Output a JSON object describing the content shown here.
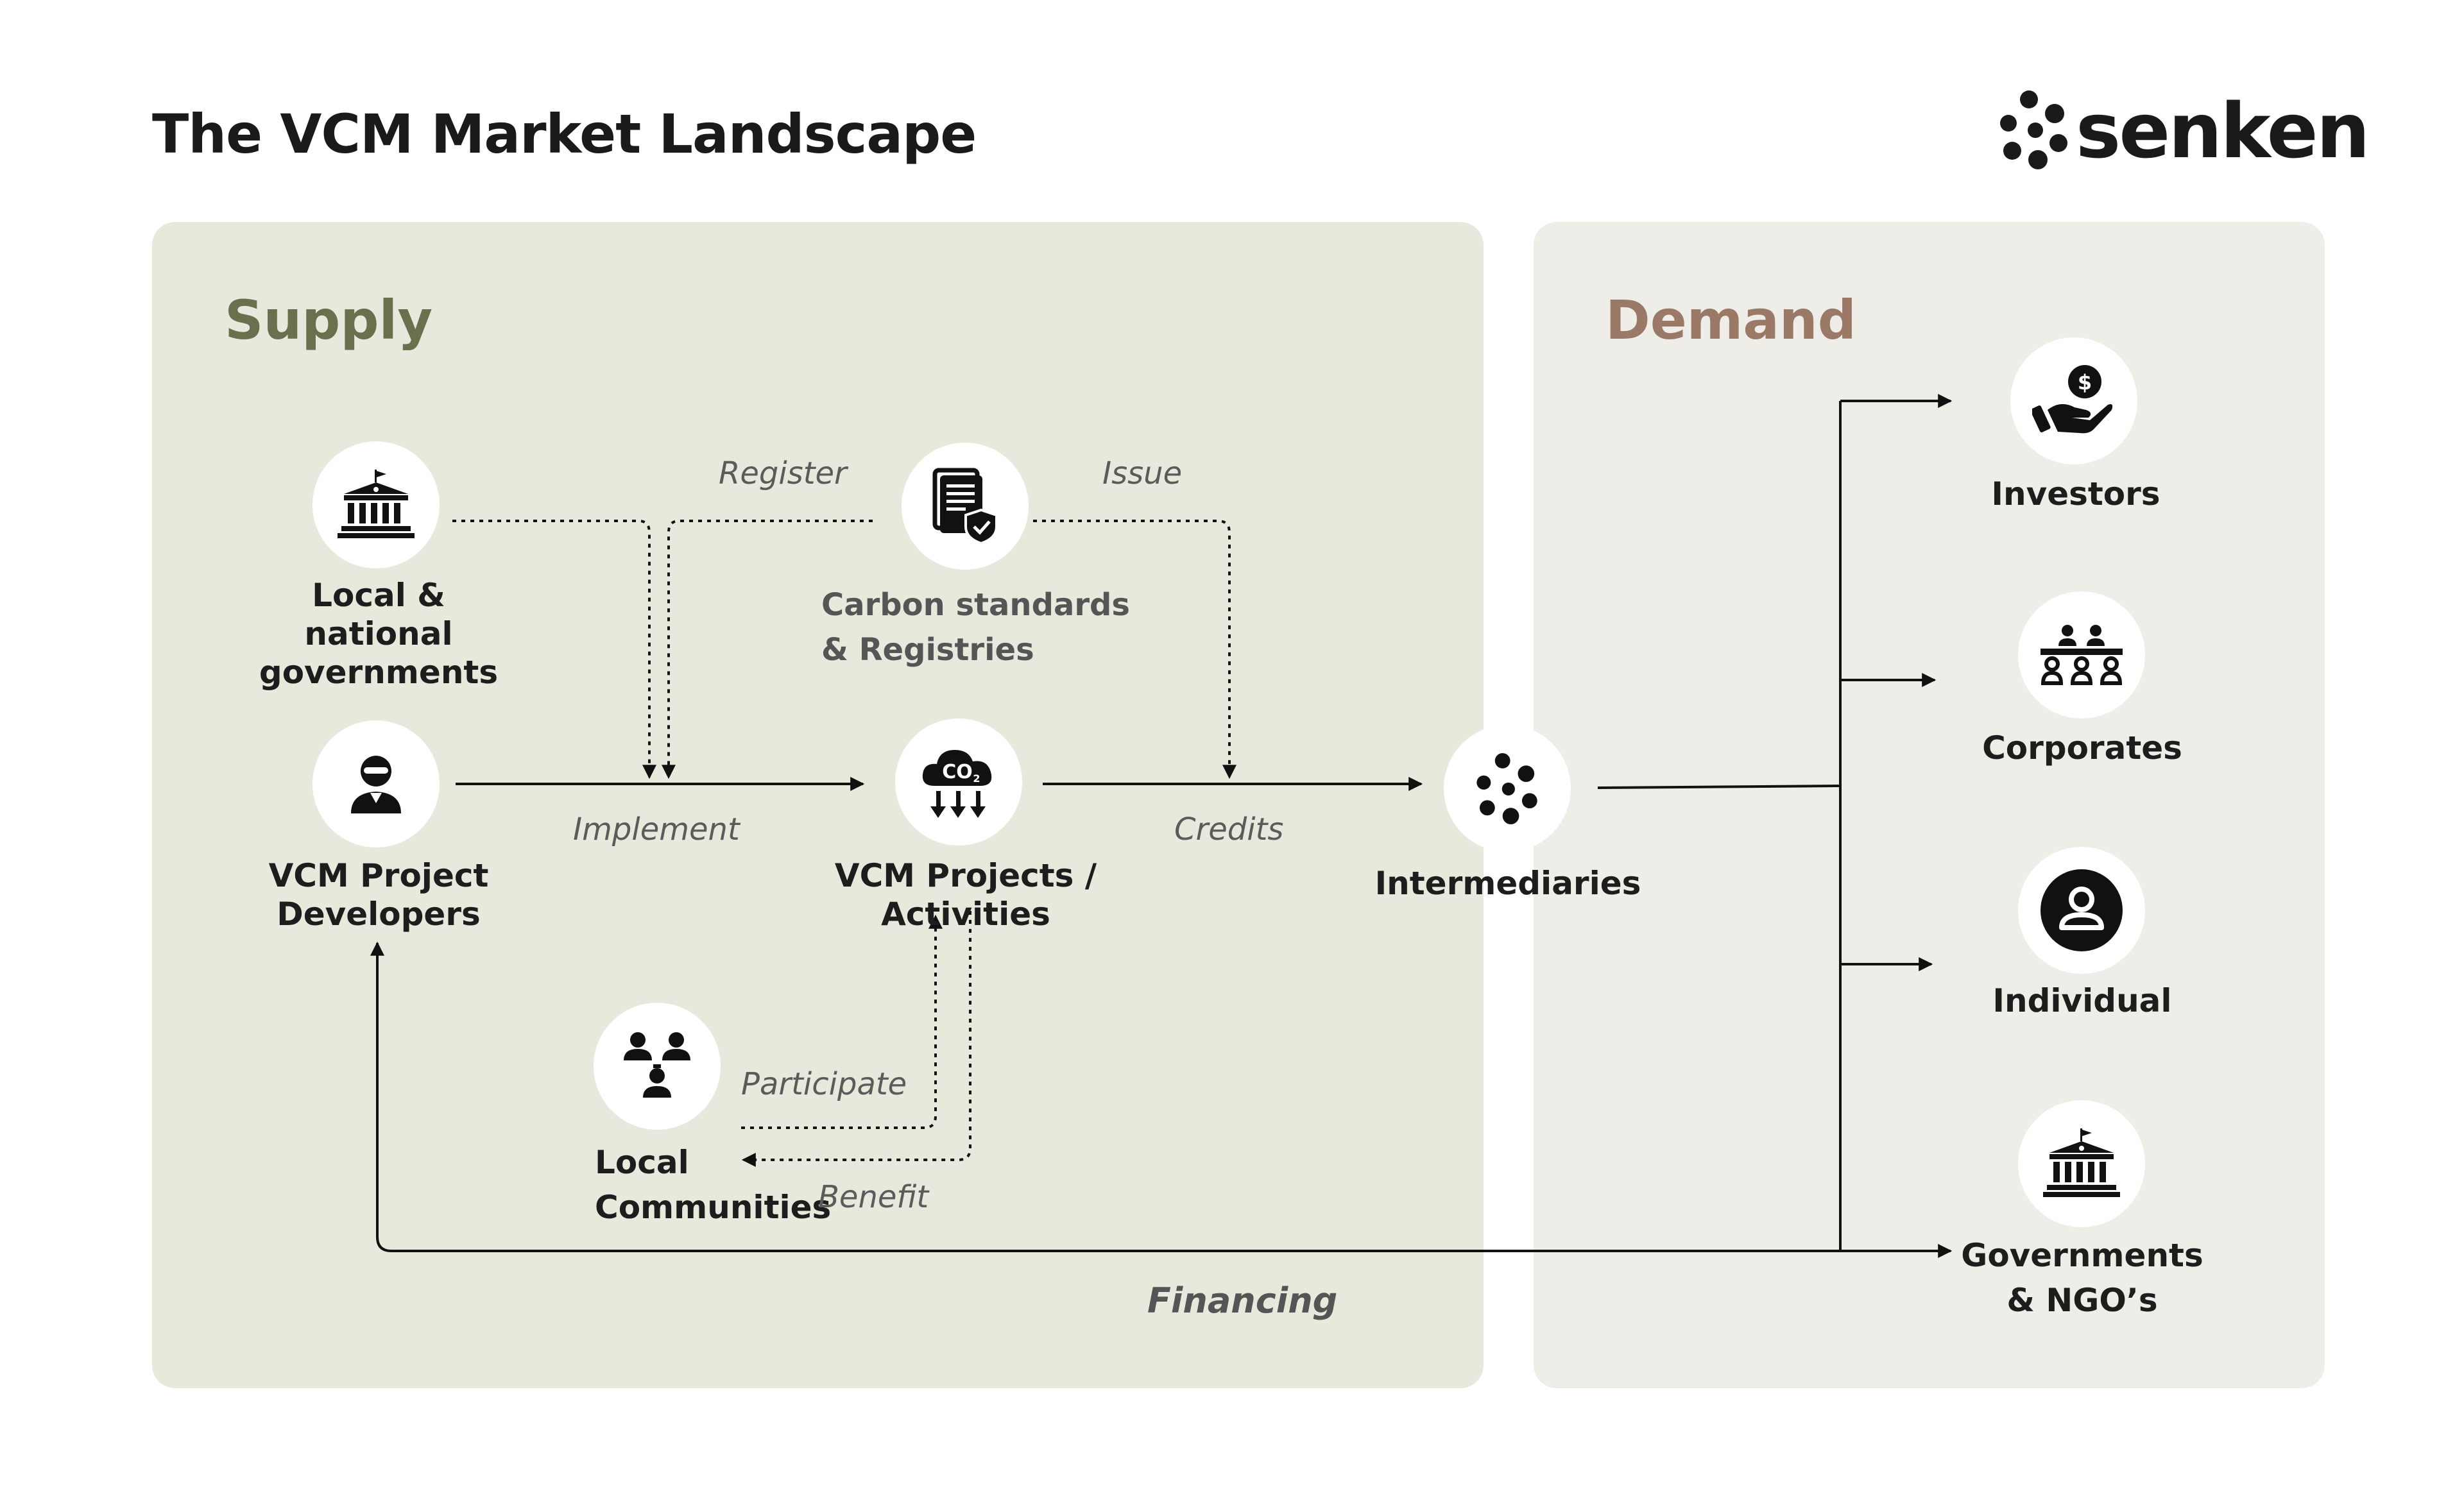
{
  "title": "The VCM Market Landscape",
  "brand": {
    "name": "senken"
  },
  "sections": {
    "supply": "Supply",
    "demand": "Demand"
  },
  "nodes": {
    "governments": {
      "line1": "Local & national",
      "line2": "governments",
      "icon": "government-building-icon"
    },
    "standards": {
      "line1": "Carbon standards",
      "line2": "& Registries",
      "icon": "certificate-shield-icon"
    },
    "developers": {
      "line1": "VCM Project",
      "line2": "Developers",
      "icon": "person-icon"
    },
    "projects": {
      "label": "VCM Projects / Activities",
      "icon": "co2-cloud-icon"
    },
    "intermediaries": {
      "label": "Intermediaries",
      "icon": "senken-dots-icon"
    },
    "communities": {
      "line1": "Local",
      "line2": "Communities",
      "icon": "community-group-icon"
    }
  },
  "demand_nodes": [
    {
      "label": "Investors",
      "icon": "hand-dollar-icon"
    },
    {
      "label": "Corporates",
      "icon": "boardroom-icon"
    },
    {
      "label": "Individual",
      "icon": "user-badge-icon"
    },
    {
      "line1": "Governments",
      "line2": "& NGO’s",
      "icon": "government-building-icon"
    }
  ],
  "edges": {
    "register": "Register",
    "issue": "Issue",
    "implement": "Implement",
    "credits": "Credits",
    "participate": "Participate",
    "benefit": "Benefit",
    "financing": "Financing"
  }
}
